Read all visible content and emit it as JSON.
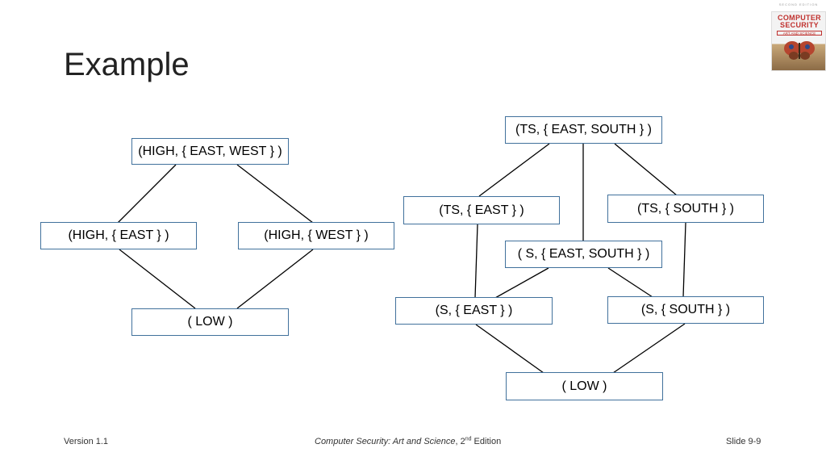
{
  "slide": {
    "title": "Example",
    "book_cover": {
      "edition": "SECOND EDITION",
      "title_line1": "COMPUTER",
      "title_line2": "SECURITY",
      "subtitle": "ART AND SCIENCE"
    },
    "footer": {
      "version": "Version 1.1",
      "book_title": "Computer Security: Art and Science",
      "edition_sep": ", ",
      "edition_num": "2",
      "edition_sup": "nd",
      "edition_word": " Edition",
      "slide_number": "Slide 9-9"
    },
    "colors": {
      "node_border": "#41719c",
      "line": "#000000"
    }
  },
  "left_lattice": {
    "nodes": [
      {
        "id": "high_ew",
        "label": "(HIGH, { EAST, WEST } )"
      },
      {
        "id": "high_e",
        "label": "(HIGH, { EAST } )"
      },
      {
        "id": "high_w",
        "label": "(HIGH, { WEST } )"
      },
      {
        "id": "low",
        "label": "( LOW )"
      }
    ],
    "edges": [
      [
        "high_ew",
        "high_e"
      ],
      [
        "high_ew",
        "high_w"
      ],
      [
        "high_e",
        "low"
      ],
      [
        "high_w",
        "low"
      ]
    ]
  },
  "right_lattice": {
    "nodes": [
      {
        "id": "ts_es",
        "label": "(TS, { EAST, SOUTH } )"
      },
      {
        "id": "ts_e",
        "label": "(TS, { EAST } )"
      },
      {
        "id": "ts_s",
        "label": "(TS, { SOUTH } )"
      },
      {
        "id": "s_es",
        "label": "( S, { EAST, SOUTH } )"
      },
      {
        "id": "s_e",
        "label": "(S, { EAST } )"
      },
      {
        "id": "s_s",
        "label": "(S, { SOUTH } )"
      },
      {
        "id": "low",
        "label": "( LOW )"
      }
    ],
    "edges": [
      [
        "ts_es",
        "ts_e"
      ],
      [
        "ts_es",
        "ts_s"
      ],
      [
        "ts_es",
        "s_es"
      ],
      [
        "ts_e",
        "s_e"
      ],
      [
        "ts_s",
        "s_s"
      ],
      [
        "s_es",
        "s_e"
      ],
      [
        "s_es",
        "s_s"
      ],
      [
        "s_e",
        "low"
      ],
      [
        "s_s",
        "low"
      ]
    ]
  }
}
